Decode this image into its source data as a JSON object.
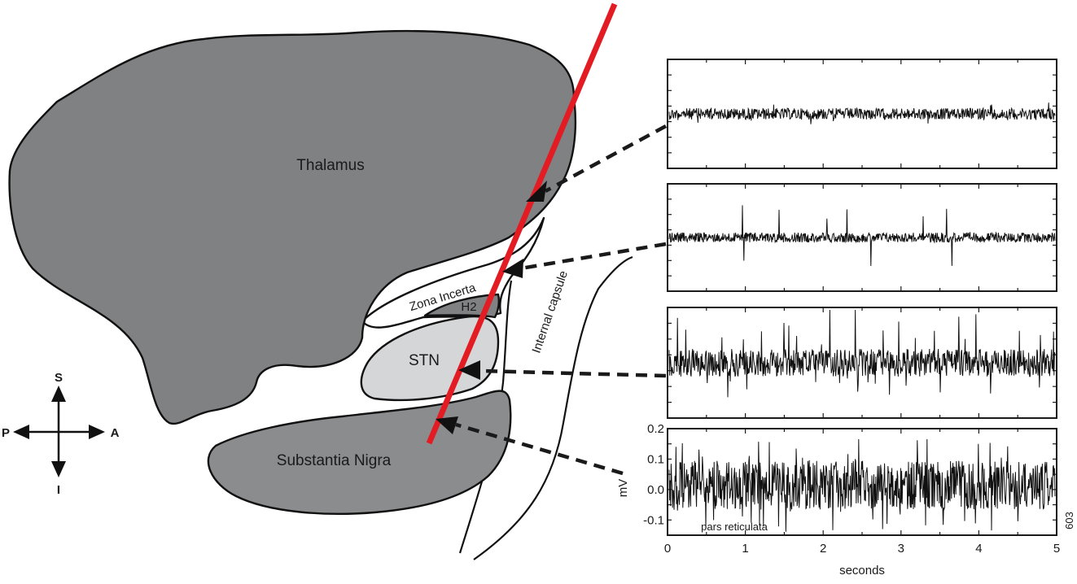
{
  "colors": {
    "thalamus": "#7f8183",
    "substantia_nigra": "#8a8c8e",
    "stn": "#d4d6d8",
    "h2": "#7f8183",
    "electrode": "#e31b23",
    "outline": "#111111"
  },
  "anatomy": {
    "thalamus": "Thalamus",
    "zona_incerta": "Zona Incerta",
    "h2": "H2",
    "stn": "STN",
    "substantia_nigra": "Substantia Nigra",
    "internal_capsule": "Internal capsule"
  },
  "compass": {
    "up": "S",
    "down": "I",
    "left": "P",
    "right": "A"
  },
  "recordings": {
    "panel_count": 4,
    "panel_annotation": "pars reticulata",
    "side_code": "603"
  },
  "chart_data": {
    "type": "line",
    "description_of_series": [
      "Thalamus",
      "Zona Incerta",
      "STN",
      "Substantia Nigra"
    ],
    "xlabel": "seconds",
    "ylabel": "mV",
    "xlim": [
      0,
      5
    ],
    "ylim": [
      -0.15,
      0.2
    ],
    "xticks": [
      0,
      1,
      2,
      3,
      4,
      5
    ],
    "xtick_labels": [
      "0",
      "1",
      "2",
      "3",
      "4",
      "5"
    ],
    "yticks": [
      -0.1,
      0.0,
      0.1,
      0.2
    ],
    "ytick_labels": [
      "-0.1",
      "0.0",
      "0.1",
      "0.2"
    ],
    "grid": false
  }
}
